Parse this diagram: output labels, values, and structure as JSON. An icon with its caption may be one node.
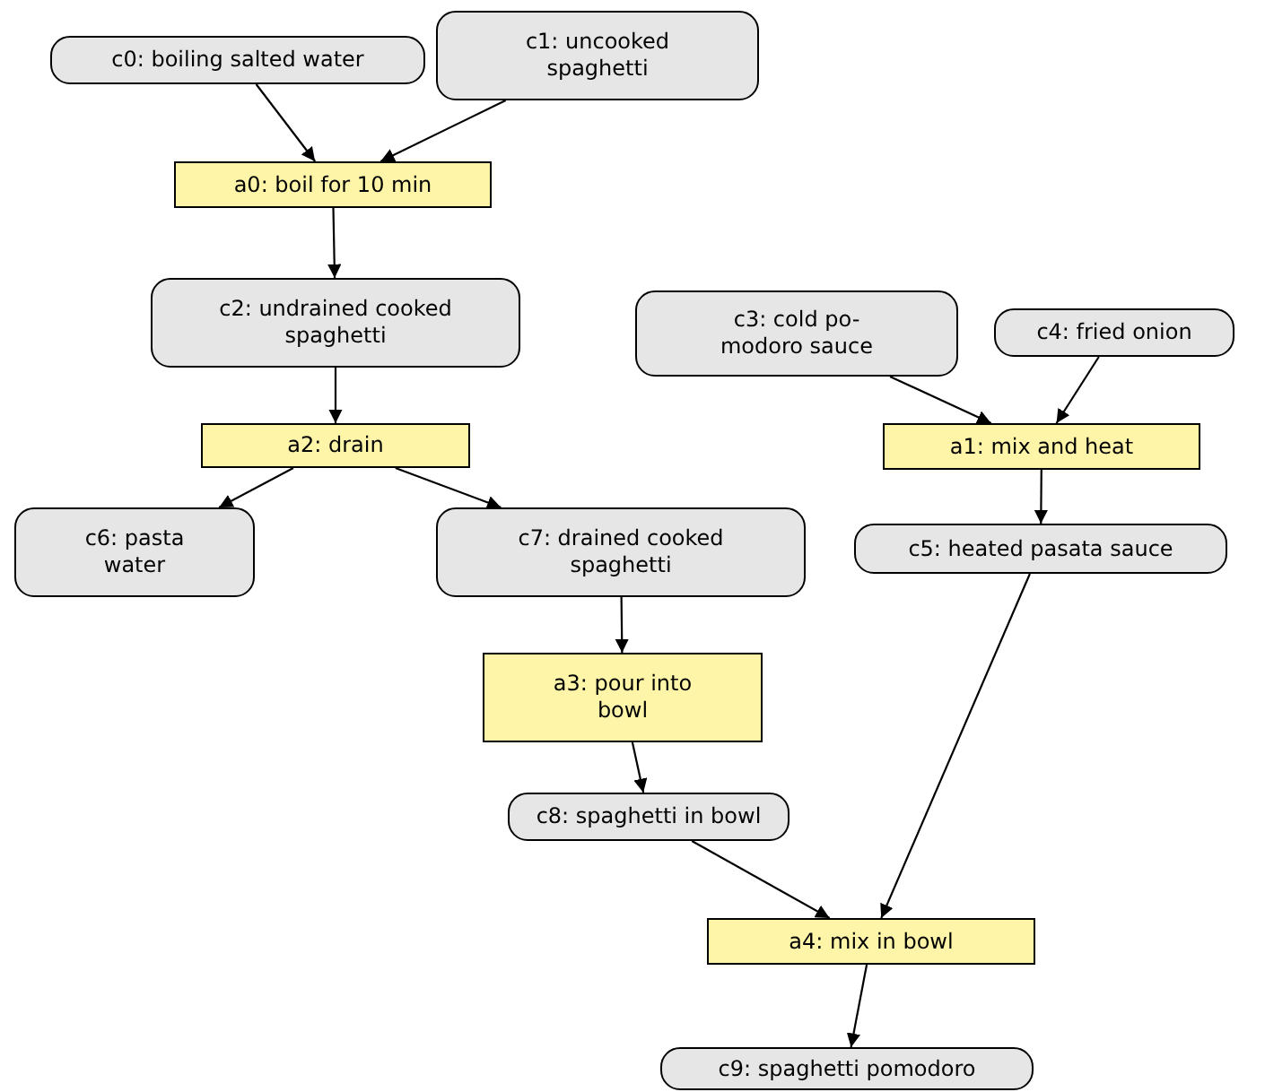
{
  "diagram": {
    "nodes": [
      {
        "text": [
          "c0: boiling salted water"
        ]
      },
      {
        "text": [
          "c1: uncooked spaghetti"
        ]
      },
      {
        "text": [
          "a0: boil for 10 min"
        ]
      },
      {
        "text": [
          "c2: undrained cooked spaghetti"
        ]
      },
      {
        "text": [
          "c3: cold po- modoro sauce"
        ]
      },
      {
        "text": [
          "c4: fried onion"
        ]
      },
      {
        "text": [
          "a2: drain"
        ]
      },
      {
        "text": [
          "a1: mix and heat"
        ]
      },
      {
        "text": [
          "c6: pasta water"
        ]
      },
      {
        "text": [
          "c7: drained cooked spaghetti"
        ]
      },
      {
        "text": [
          "c5: heated pasata sauce"
        ]
      },
      {
        "text": [
          "a3: pour into bowl"
        ]
      },
      {
        "text": [
          "c8: spaghetti in bowl"
        ]
      },
      {
        "text": [
          "a4: mix in bowl"
        ]
      },
      {
        "text": [
          "c9: spaghetti pomodoro"
        ]
      }
    ],
    "edges": [
      {
        "from": 0,
        "to": 2,
        "arrow": "to"
      },
      {
        "from": 1,
        "to": 2,
        "arrow": "to"
      },
      {
        "from": 2,
        "to": 3,
        "arrow": "to"
      },
      {
        "from": 3,
        "to": 6,
        "arrow": "to"
      },
      {
        "from": 4,
        "to": 7,
        "arrow": "to"
      },
      {
        "from": 5,
        "to": 7,
        "arrow": "to"
      },
      {
        "from": 6,
        "to": 8,
        "arrow": "to"
      },
      {
        "from": 6,
        "to": 9,
        "arrow": "to"
      },
      {
        "from": 7,
        "to": 10,
        "arrow": "to"
      },
      {
        "from": 9,
        "to": 11,
        "arrow": "to"
      },
      {
        "from": 11,
        "to": 12,
        "arrow": "to"
      },
      {
        "from": 12,
        "to": 13,
        "arrow": "to"
      },
      {
        "from": 10,
        "to": 13,
        "arrow": "to"
      },
      {
        "from": 13,
        "to": 14,
        "arrow": "to"
      }
    ]
  }
}
